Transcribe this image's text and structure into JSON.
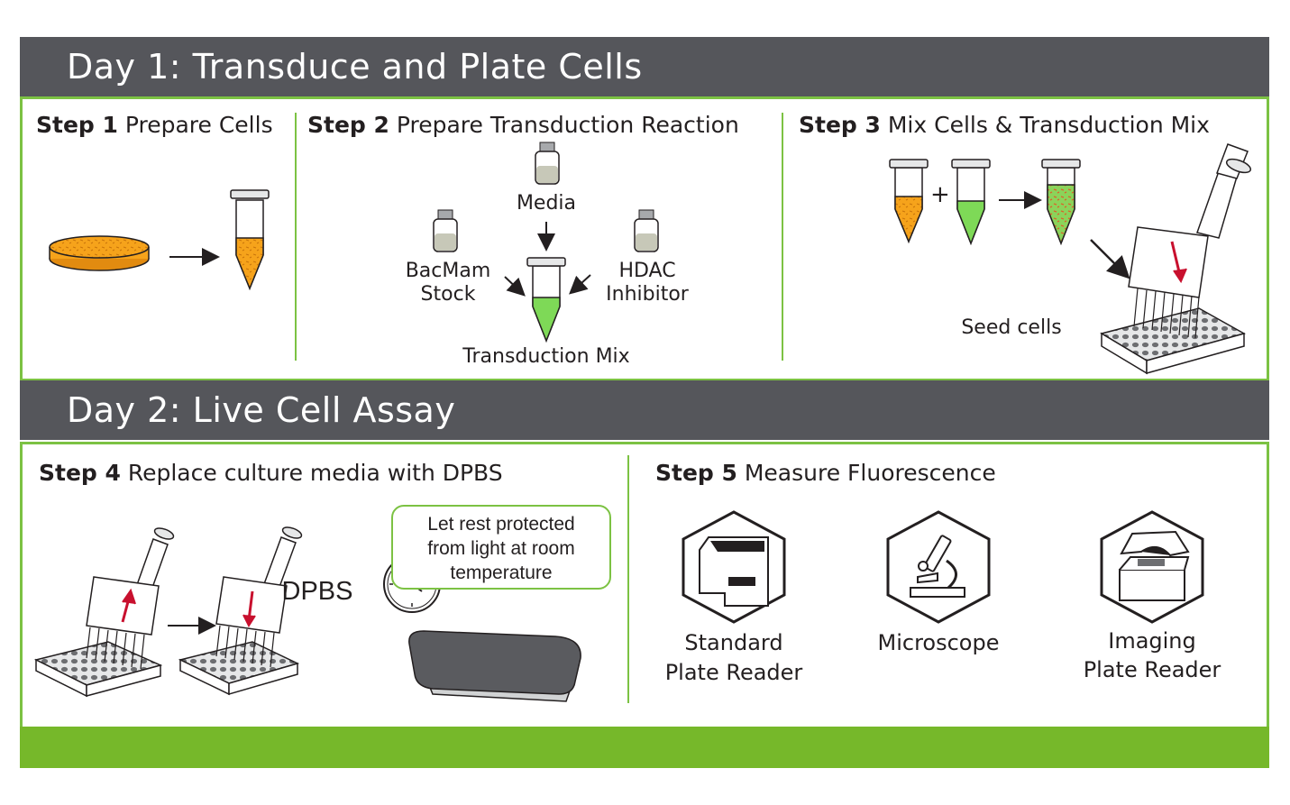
{
  "day1": {
    "title": "Day 1:  Transduce and Plate Cells"
  },
  "day2": {
    "title": "Day 2:  Live Cell Assay"
  },
  "step1": {
    "num": "Step 1",
    "text": " Prepare Cells"
  },
  "step2": {
    "num": "Step 2",
    "text": " Prepare Transduction Reaction",
    "media": "Media",
    "bacmam_l1": "BacMam",
    "bacmam_l2": "Stock",
    "hdac_l1": "HDAC",
    "hdac_l2": "Inhibitor",
    "mix": "Transduction Mix"
  },
  "step3": {
    "num": "Step 3",
    "text": " Mix Cells & Transduction Mix",
    "plus": "+",
    "seed": "Seed  cells"
  },
  "step4": {
    "num": "Step 4",
    "text": " Replace culture media with DPBS",
    "dpbs": "DPBS",
    "note_l1": "Let rest protected",
    "note_l2": "from light at room",
    "note_l3": "temperature"
  },
  "step5": {
    "num": "Step 5",
    "text": "  Measure Fluorescence",
    "std_l1": "Standard",
    "std_l2": "Plate Reader",
    "microscope": "Microscope",
    "img_l1": "Imaging",
    "img_l2": "Plate Reader"
  },
  "colors": {
    "header_band": "#55565b",
    "panel_border": "#7cc243",
    "footer_bar": "#76b82a",
    "cells_orange": "#f6a31b",
    "mix_green": "#7ed957"
  }
}
